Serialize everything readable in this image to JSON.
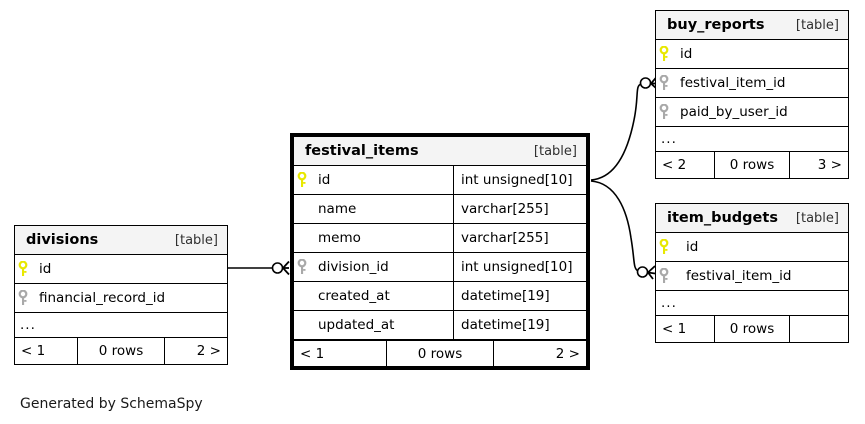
{
  "diagram": {
    "caption": "Generated by SchemaSpy",
    "kind_label": "[table]",
    "ellipsis": "...",
    "colors": {
      "primary_key": "#e8e800",
      "foreign_key": "#a9a9a9",
      "border": "#000000",
      "header_background": "#f4f4f4",
      "background": "#ffffff"
    }
  },
  "tables": {
    "divisions": {
      "name": "divisions",
      "kind": "[table]",
      "focus": false,
      "columns": [
        {
          "key": "primary",
          "name": "id"
        },
        {
          "key": "foreign",
          "name": "financial_record_id"
        }
      ],
      "has_more": true,
      "footer": {
        "prev": "< 1",
        "rows": "0 rows",
        "next": "2 >"
      }
    },
    "festival_items": {
      "name": "festival_items",
      "kind": "[table]",
      "focus": true,
      "columns": [
        {
          "key": "primary",
          "name": "id",
          "type": "int unsigned[10]"
        },
        {
          "key": "none",
          "name": "name",
          "type": "varchar[255]"
        },
        {
          "key": "none",
          "name": "memo",
          "type": "varchar[255]"
        },
        {
          "key": "foreign",
          "name": "division_id",
          "type": "int unsigned[10]"
        },
        {
          "key": "none",
          "name": "created_at",
          "type": "datetime[19]"
        },
        {
          "key": "none",
          "name": "updated_at",
          "type": "datetime[19]"
        }
      ],
      "has_more": false,
      "footer": {
        "prev": "< 1",
        "rows": "0 rows",
        "next": "2 >"
      }
    },
    "buy_reports": {
      "name": "buy_reports",
      "kind": "[table]",
      "focus": false,
      "columns": [
        {
          "key": "primary",
          "name": "id"
        },
        {
          "key": "foreign",
          "name": "festival_item_id"
        },
        {
          "key": "foreign",
          "name": "paid_by_user_id"
        }
      ],
      "has_more": true,
      "footer": {
        "prev": "< 2",
        "rows": "0 rows",
        "next": "3 >"
      }
    },
    "item_budgets": {
      "name": "item_budgets",
      "kind": "[table]",
      "focus": false,
      "columns": [
        {
          "key": "primary",
          "name": "id"
        },
        {
          "key": "foreign",
          "name": "festival_item_id"
        }
      ],
      "has_more": true,
      "footer": {
        "prev": "< 1",
        "rows": "0 rows",
        "next": ""
      }
    }
  },
  "relationships": [
    {
      "name": "divisions-to-festival-items",
      "from": "divisions.id",
      "to": "festival_items.division_id",
      "from_cardinality": "one",
      "to_cardinality": "zero-or-many"
    },
    {
      "name": "festival-items-to-buy-reports",
      "from": "festival_items.id",
      "to": "buy_reports.festival_item_id",
      "from_cardinality": "one",
      "to_cardinality": "zero-or-many"
    },
    {
      "name": "festival-items-to-item-budgets",
      "from": "festival_items.id",
      "to": "item_budgets.festival_item_id",
      "from_cardinality": "one",
      "to_cardinality": "zero-or-many"
    }
  ]
}
